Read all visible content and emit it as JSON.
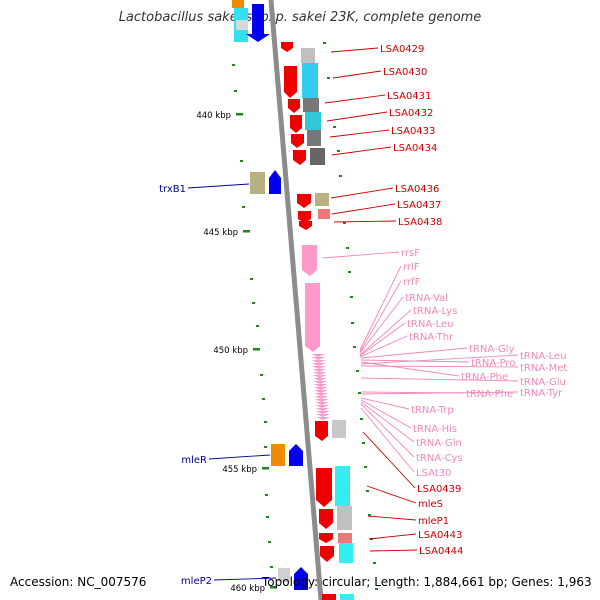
{
  "title": "Lactobacillus sakei subsp. sakei 23K, complete genome",
  "footer": {
    "accession": "Accession: NC_007576",
    "topology": "Topology: circular; Length: 1,884,661 bp; Genes: 1,963"
  },
  "scale_ticks": [
    {
      "label": "440 kbp"
    },
    {
      "label": "445 kbp"
    },
    {
      "label": "450 kbp"
    },
    {
      "label": "455 kbp"
    },
    {
      "label": "460 kbp"
    }
  ],
  "colors": {
    "backbone": "#8c8c8c",
    "gene_label": "#cc0000",
    "rna_label": "#ee88bb",
    "left_label": "#000099",
    "tick": "#1a8a1a"
  },
  "right_labels": [
    {
      "text": "LSA0429",
      "kind": "gene"
    },
    {
      "text": "LSA0430",
      "kind": "gene"
    },
    {
      "text": "LSA0431",
      "kind": "gene"
    },
    {
      "text": "LSA0432",
      "kind": "gene"
    },
    {
      "text": "LSA0433",
      "kind": "gene"
    },
    {
      "text": "LSA0434",
      "kind": "gene"
    },
    {
      "text": "LSA0436",
      "kind": "gene"
    },
    {
      "text": "LSA0437",
      "kind": "gene"
    },
    {
      "text": "LSA0438",
      "kind": "gene"
    },
    {
      "text": "rrsF",
      "kind": "rna"
    },
    {
      "text": "rrlF",
      "kind": "rna"
    },
    {
      "text": "rrfF",
      "kind": "rna"
    },
    {
      "text": "tRNA-Val",
      "kind": "rna"
    },
    {
      "text": "tRNA-Lys",
      "kind": "rna"
    },
    {
      "text": "tRNA-Leu",
      "kind": "rna"
    },
    {
      "text": "tRNA-Thr",
      "kind": "rna"
    },
    {
      "text": "tRNA-Gly",
      "kind": "rna"
    },
    {
      "text": "tRNA-Pro",
      "kind": "rna"
    },
    {
      "text": "tRNA-Phe",
      "kind": "rna"
    },
    {
      "text": "tRNA-Leu",
      "kind": "rna"
    },
    {
      "text": "tRNA-Met",
      "kind": "rna"
    },
    {
      "text": "tRNA-Glu",
      "kind": "rna"
    },
    {
      "text": "tRNA-Phe",
      "kind": "rna"
    },
    {
      "text": "tRNA-Tyr",
      "kind": "rna"
    },
    {
      "text": "tRNA-Trp",
      "kind": "rna"
    },
    {
      "text": "tRNA-His",
      "kind": "rna"
    },
    {
      "text": "tRNA-Gln",
      "kind": "rna"
    },
    {
      "text": "tRNA-Cys",
      "kind": "rna"
    },
    {
      "text": "LSAt30",
      "kind": "rna"
    },
    {
      "text": "LSA0439",
      "kind": "gene"
    },
    {
      "text": "mleS",
      "kind": "gene"
    },
    {
      "text": "mleP1",
      "kind": "gene"
    },
    {
      "text": "LSA0443",
      "kind": "gene"
    },
    {
      "text": "LSA0444",
      "kind": "gene"
    }
  ],
  "left_labels": [
    {
      "text": "trxB1"
    },
    {
      "text": "mleR"
    },
    {
      "text": "mleP2"
    }
  ]
}
